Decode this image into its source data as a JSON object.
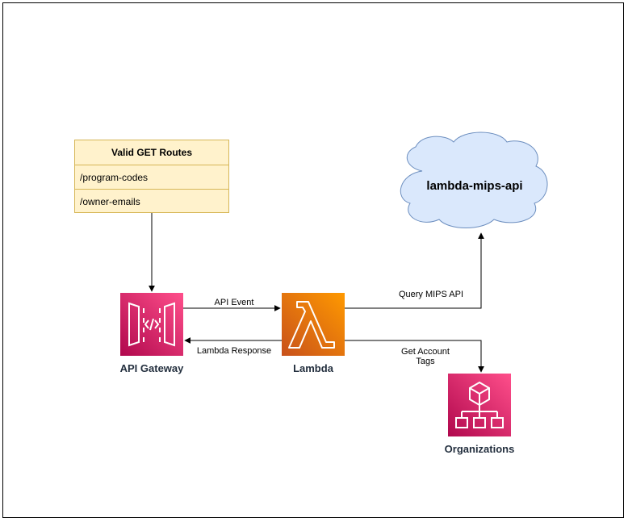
{
  "routes_box": {
    "header": "Valid GET Routes",
    "items": [
      "/program-codes",
      "/owner-emails"
    ]
  },
  "nodes": {
    "api_gateway": "API Gateway",
    "lambda": "Lambda",
    "organizations": "Organizations",
    "cloud": "lambda-mips-api"
  },
  "edges": {
    "api_event": "API Event",
    "lambda_response": "Lambda Response",
    "query_mips": "Query MIPS API",
    "get_tags": "Get Account Tags"
  },
  "colors": {
    "api_gateway": "#e7157b",
    "lambda": "#ed7100",
    "organizations": "#e7157b",
    "cloud_fill": "#dae8fc",
    "cloud_stroke": "#6c8ebf",
    "routes_fill": "#fff2cc",
    "routes_stroke": "#d6b656"
  }
}
